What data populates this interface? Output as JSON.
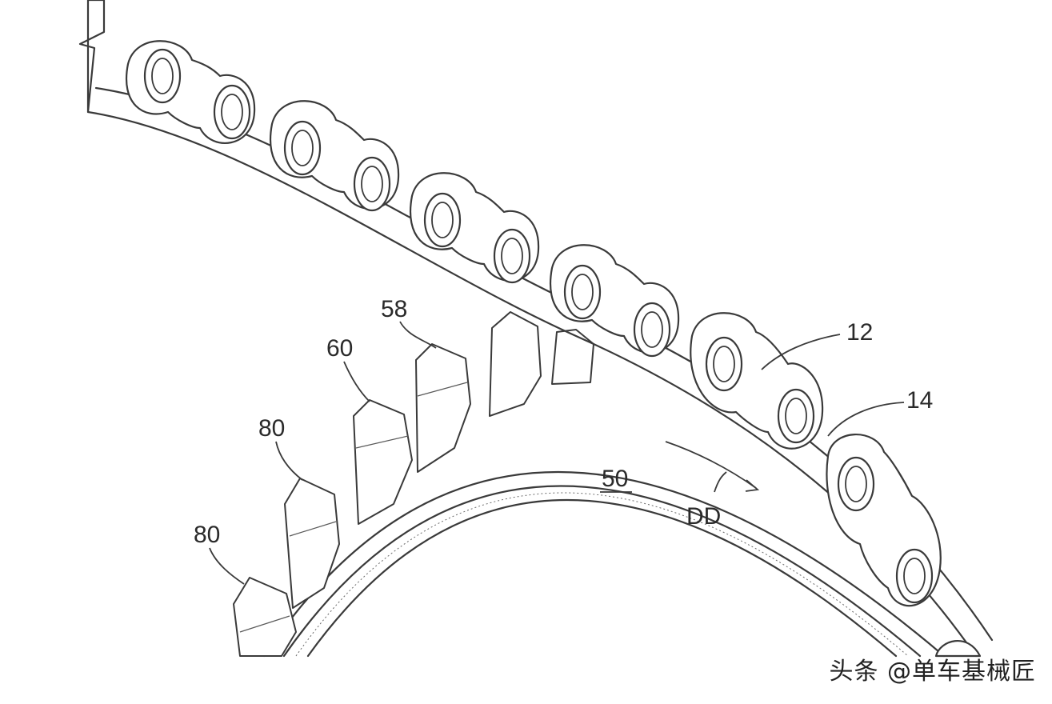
{
  "labels": {
    "ref_58": "58",
    "ref_60": "60",
    "ref_80_upper": "80",
    "ref_80_lower": "80",
    "ref_12": "12",
    "ref_14": "14",
    "ref_50": "50",
    "ref_dd": "DD"
  },
  "watermark": "头条 @单车基械匠"
}
